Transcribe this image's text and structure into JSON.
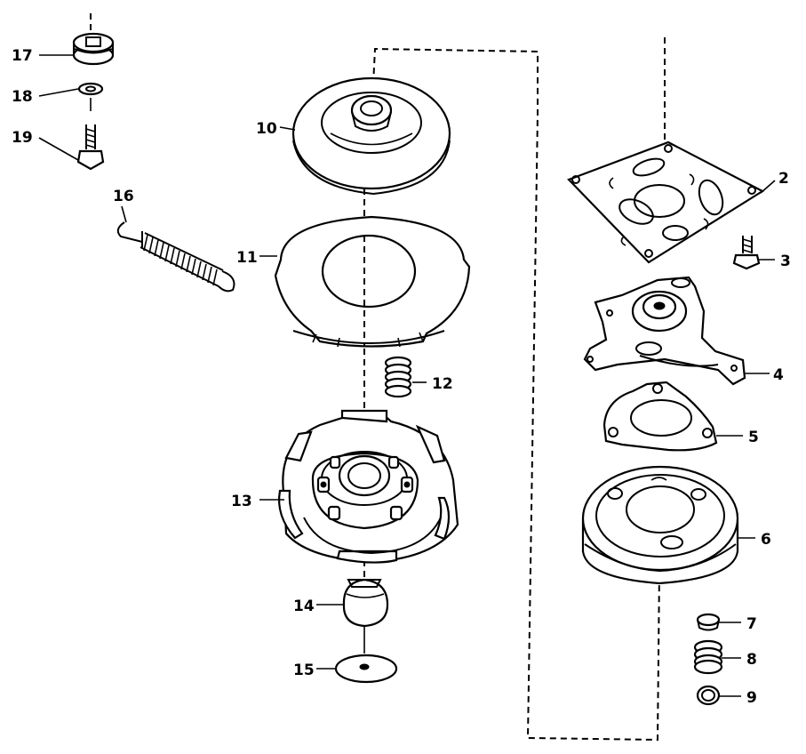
{
  "parts": [
    {
      "number": "2",
      "name": "mounting-plate"
    },
    {
      "number": "3",
      "name": "bolt"
    },
    {
      "number": "4",
      "name": "hub-bracket"
    },
    {
      "number": "5",
      "name": "gasket"
    },
    {
      "number": "6",
      "name": "drum"
    },
    {
      "number": "7",
      "name": "cap"
    },
    {
      "number": "8",
      "name": "spring"
    },
    {
      "number": "9",
      "name": "ring"
    },
    {
      "number": "10",
      "name": "spool-cover"
    },
    {
      "number": "11",
      "name": "line-spool"
    },
    {
      "number": "12",
      "name": "spring"
    },
    {
      "number": "13",
      "name": "spool-housing"
    },
    {
      "number": "14",
      "name": "bump-knob"
    },
    {
      "number": "15",
      "name": "washer"
    },
    {
      "number": "16",
      "name": "extension-spring"
    },
    {
      "number": "17",
      "name": "nut"
    },
    {
      "number": "18",
      "name": "washer"
    },
    {
      "number": "19",
      "name": "bolt"
    }
  ]
}
